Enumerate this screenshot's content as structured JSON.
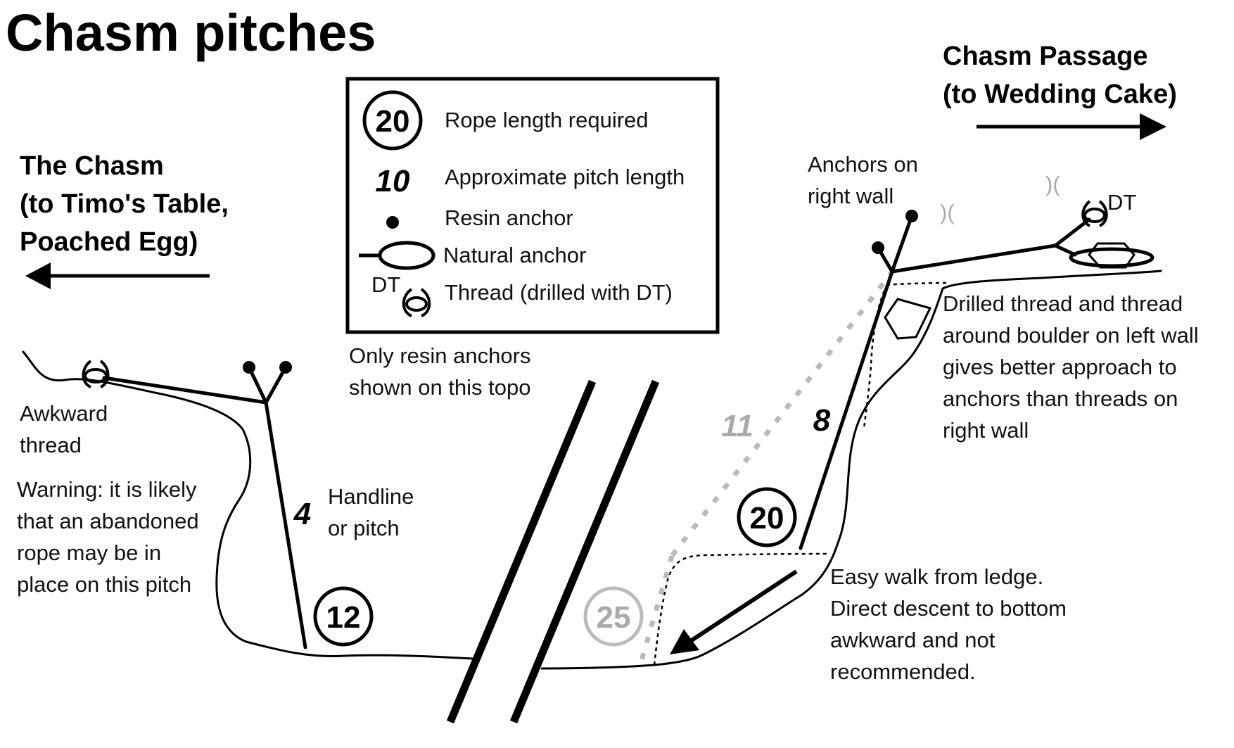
{
  "title": "Chasm pitches",
  "left_direction": {
    "line1": "The Chasm",
    "line2": "(to Timo's Table,",
    "line3": "Poached Egg)"
  },
  "right_direction": {
    "line1": "Chasm Passage",
    "line2": "(to Wedding Cake)"
  },
  "legend": {
    "items": [
      {
        "symbol": "20",
        "label": "Rope length required"
      },
      {
        "symbol": "10",
        "label": "Approximate pitch length"
      },
      {
        "symbol": "resin-anchor-icon",
        "label": "Resin anchor"
      },
      {
        "symbol": "natural-anchor-icon",
        "label": "Natural anchor"
      },
      {
        "symbol": "thread-icon",
        "label": "Thread (drilled with DT)"
      }
    ],
    "dt_label": "DT"
  },
  "notes": {
    "resin_only": [
      "Only resin anchors",
      "shown on this topo"
    ],
    "awkward_thread": [
      "Awkward",
      "thread"
    ],
    "warning": [
      "Warning: it is likely",
      "that an abandoned",
      "rope may be in",
      "place on this pitch"
    ],
    "handline": [
      "Handline",
      "or pitch"
    ],
    "anchors_right_wall": [
      "Anchors on",
      "right wall"
    ],
    "drilled_thread": [
      "Drilled thread and thread",
      "around boulder on left wall",
      "gives better approach to",
      "anchors than threads on",
      "right wall"
    ],
    "easy_walk": [
      "Easy walk from ledge.",
      "Direct descent to bottom",
      "awkward and not",
      "recommended."
    ]
  },
  "pitches": {
    "left_pitch_length": "4",
    "left_rope_length": "12",
    "right_pitch_length": "8",
    "right_rope_length": "20",
    "direct_pitch_length": "11",
    "direct_rope_length": "25"
  },
  "dt_label": "DT",
  "colors": {
    "ink": "#000000",
    "alternative_route": "#aaaaaa"
  }
}
